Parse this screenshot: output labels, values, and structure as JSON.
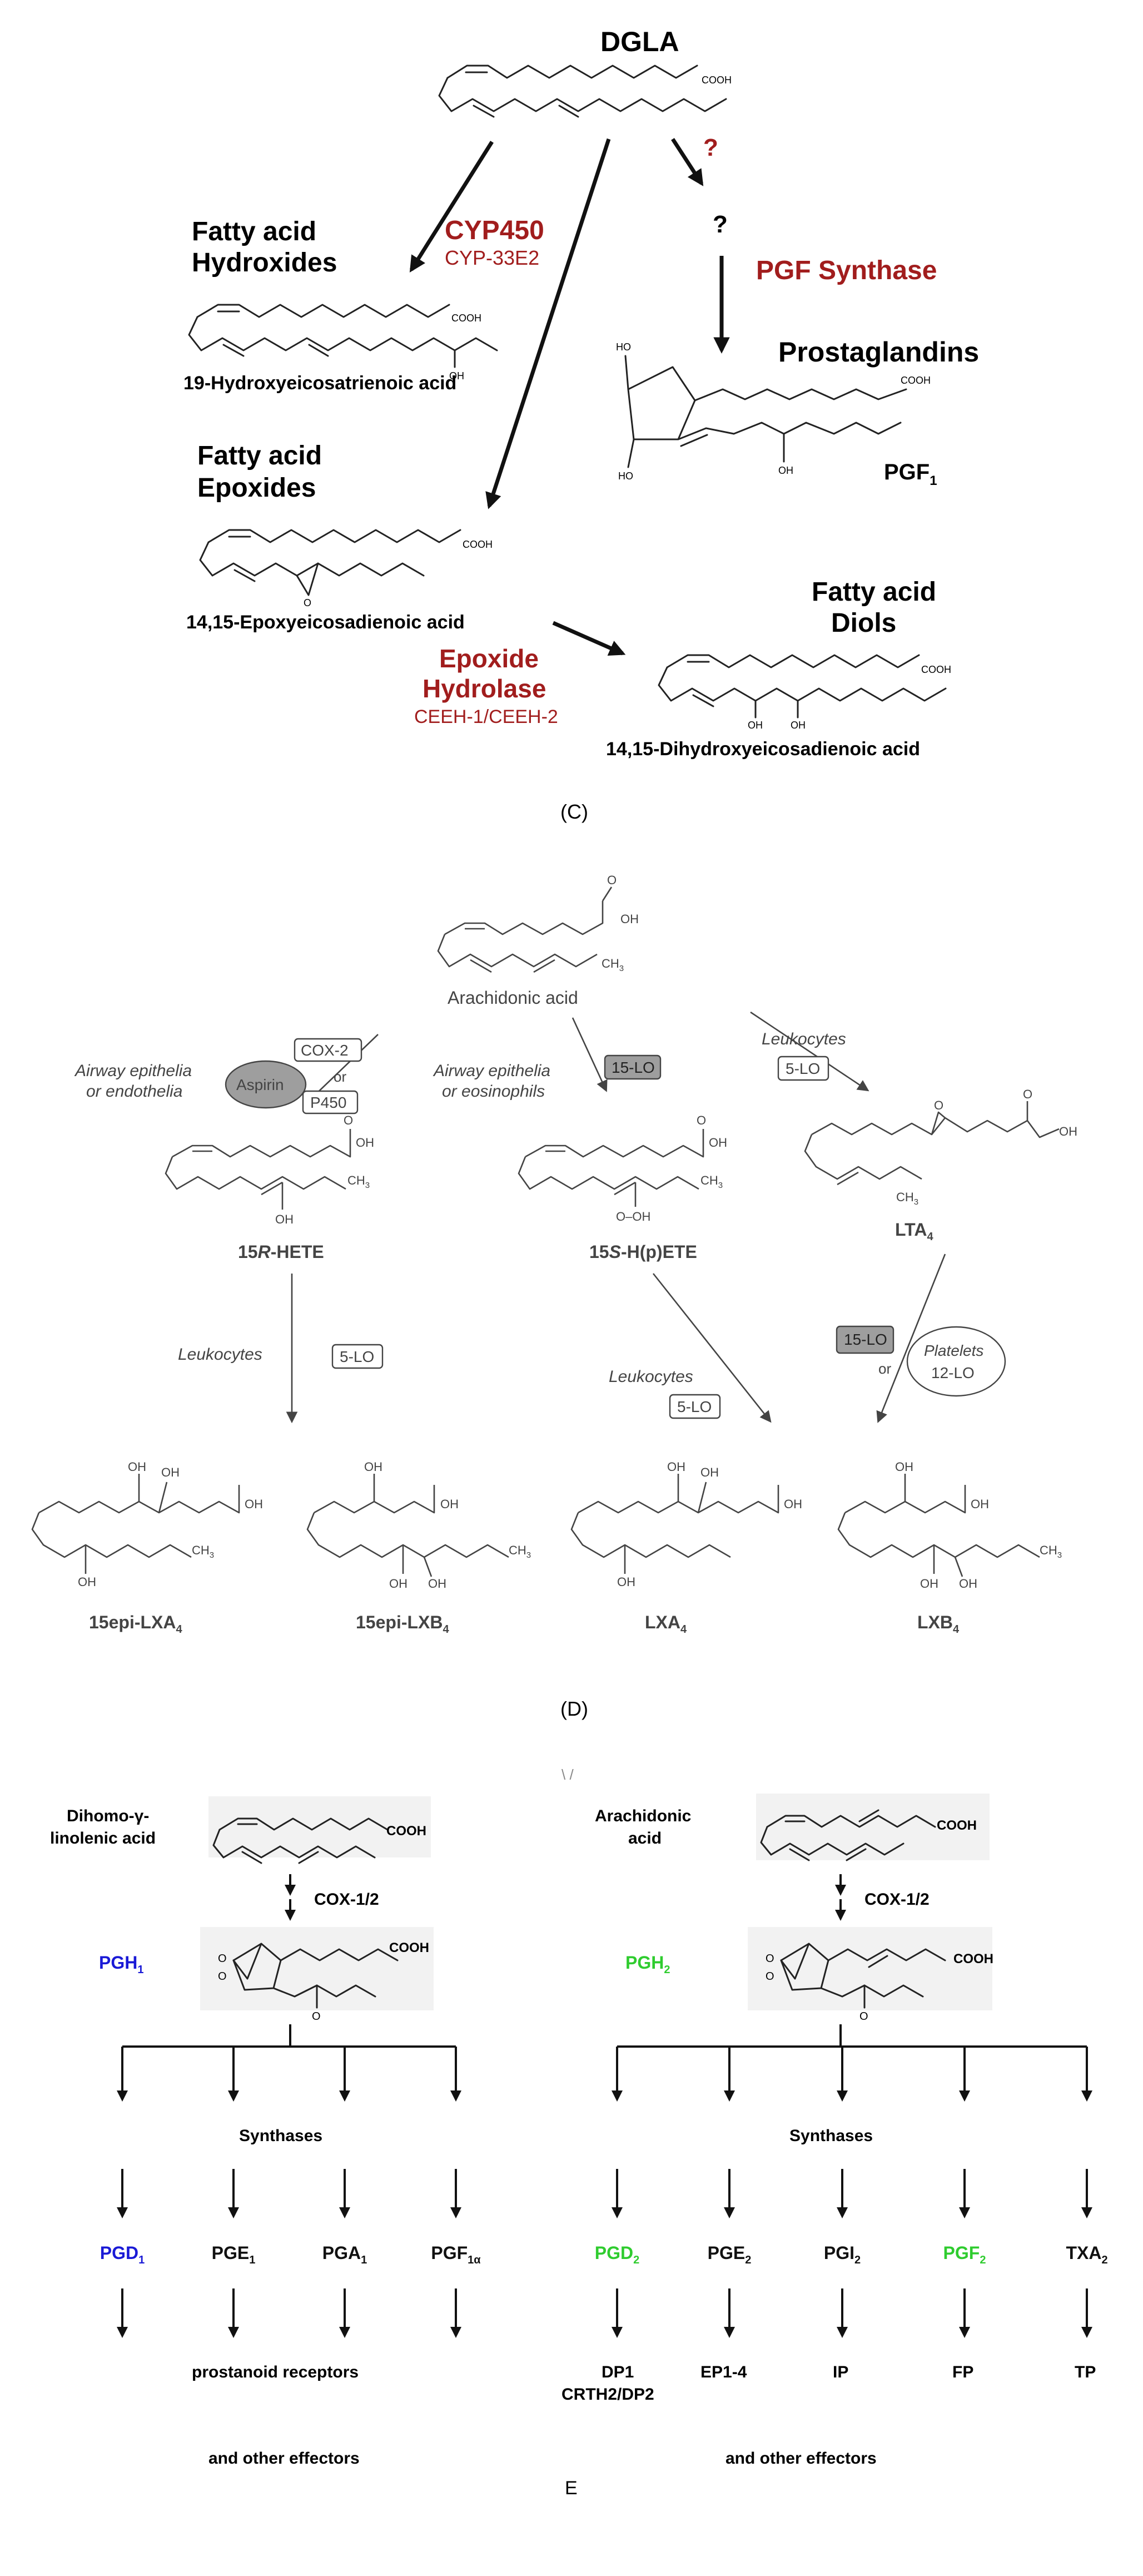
{
  "panelC": {
    "dgla": "DGLA",
    "cooh": "COOH",
    "oh": "OH",
    "q_red": "?",
    "q_black": "?",
    "fa_hydroxides_1": "Fatty acid",
    "fa_hydroxides_2": "Hydroxides",
    "cyp450": "CYP450",
    "cyp33e2": "CYP-33E2",
    "hydroxy_name": "19-Hydroxyeicosatrienoic acid",
    "pgf_synthase": "PGF Synthase",
    "prostaglandins": "Prostaglandins",
    "ho": "HO",
    "pgf1": "PGF",
    "pgf1_sub": "1",
    "fa_epoxides_1": "Fatty acid",
    "fa_epoxides_2": "Epoxides",
    "o": "O",
    "epoxy_name": "14,15-Epoxyeicosadienoic acid",
    "fa_diols_1": "Fatty acid",
    "fa_diols_2": "Diols",
    "epoxide_hydrolase_1": "Epoxide",
    "epoxide_hydrolase_2": "Hydrolase",
    "ceeh": "CEEH-1/CEEH-2",
    "dihydroxy_name": "14,15-Dihydroxyeicosadienoic acid",
    "caption": "(C)"
  },
  "panelD": {
    "arachidonic": "Arachidonic acid",
    "oh": "OH",
    "ooh": "O–OH",
    "o": "O",
    "ch3": "CH",
    "ch3_sub": "3",
    "cox2": "COX-2",
    "aspirin": "Aspirin",
    "or": "or",
    "p450": "P450",
    "airway_endo_1": "Airway epithelia",
    "airway_endo_2": "or endothelia",
    "airway_eos_1": "Airway epithelia",
    "airway_eos_2": "or eosinophils",
    "lo15": "15-LO",
    "leukocytes": "Leukocytes",
    "lo5": "5-LO",
    "hete15r_pre": "15",
    "hete15r_it": "R",
    "hete15r_post": "-HETE",
    "hpete15s_pre": "15",
    "hpete15s_it": "S",
    "hpete15s_post": "-H(p)ETE",
    "lta4": "LTA",
    "sub4": "4",
    "platelets": "Platelets",
    "lo12": "12-LO",
    "epi_lxa4": "15epi-LXA",
    "epi_lxb4": "15epi-LXB",
    "lxa4": "LXA",
    "lxb4": "LXB",
    "caption": "(D)"
  },
  "panelE": {
    "top_artifact": "\\ /",
    "dihomo_1": "Dihomo-γ-",
    "dihomo_2": "linolenic acid",
    "arach_1": "Arachidonic",
    "arach_2": "acid",
    "cooh": "COOH",
    "cox12": "COX-1/2",
    "pgh1": "PGH",
    "pgh1_sub": "1",
    "pgh2": "PGH",
    "pgh2_sub": "2",
    "o": "O",
    "synthases": "Synthases",
    "left_products": [
      {
        "base": "PGD",
        "sub": "1",
        "color": "#1a1ad6"
      },
      {
        "base": "PGE",
        "sub": "1",
        "color": "#111111"
      },
      {
        "base": "PGA",
        "sub": "1",
        "color": "#111111"
      },
      {
        "base": "PGF",
        "sub": "1α",
        "color": "#111111"
      }
    ],
    "right_products": [
      {
        "base": "PGD",
        "sub": "2",
        "color": "#2fcc2f"
      },
      {
        "base": "PGE",
        "sub": "2",
        "color": "#111111"
      },
      {
        "base": "PGI",
        "sub": "2",
        "color": "#111111"
      },
      {
        "base": "PGF",
        "sub": "2",
        "color": "#2fcc2f"
      },
      {
        "base": "TXA",
        "sub": "2",
        "color": "#111111"
      }
    ],
    "prostanoid_receptors": "prostanoid receptors",
    "other_effectors_left": "and other effectors",
    "other_effectors_right": "and other effectors",
    "receptors": [
      "DP1",
      "EP1-4",
      "IP",
      "FP",
      "TP"
    ],
    "crth2": "CRTH2/DP2",
    "caption": "E"
  },
  "colors": {
    "red": "#a11d1d",
    "blue": "#1a1ad6",
    "green": "#2fcc2f",
    "box_gray": "#9e9e9e"
  }
}
